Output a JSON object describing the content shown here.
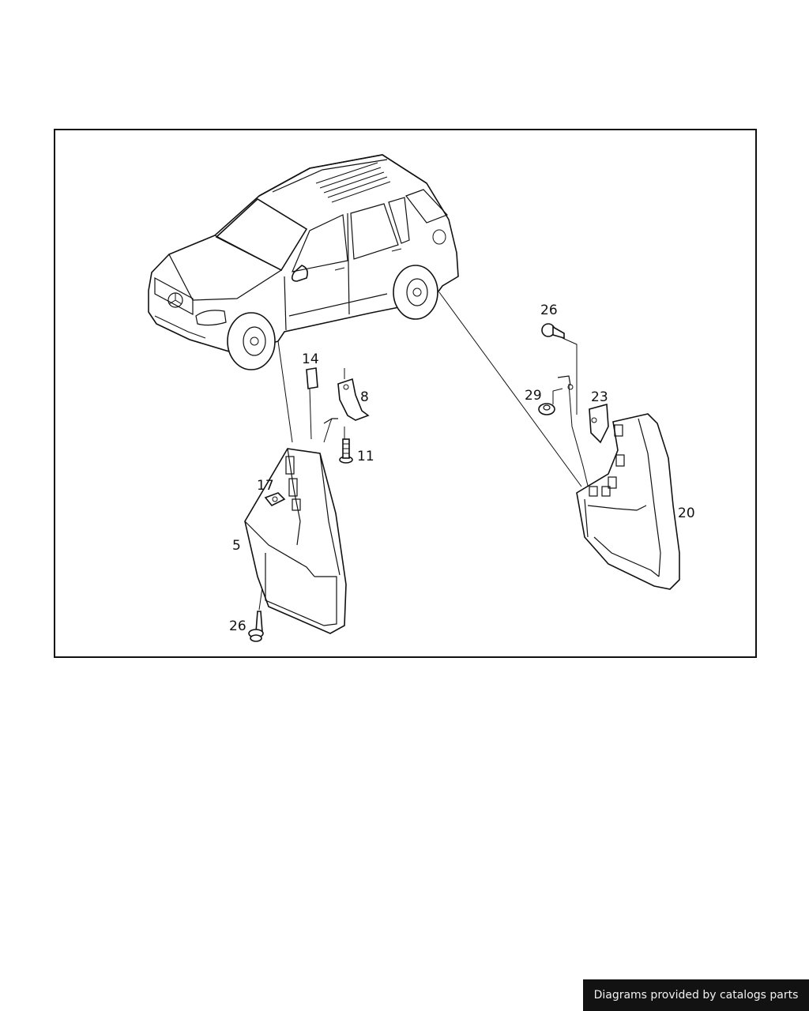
{
  "labels": {
    "front_clip_upper": "14",
    "bracket": "8",
    "bolt": "11",
    "clip_nut": "17",
    "front_mud_flap": "5",
    "front_screw": "26",
    "rear_screw": "26",
    "rear_nut": "29",
    "rear_bracket": "23",
    "rear_mud_flap": "20"
  },
  "footer": {
    "credit": "Diagrams provided by catalogs parts"
  }
}
